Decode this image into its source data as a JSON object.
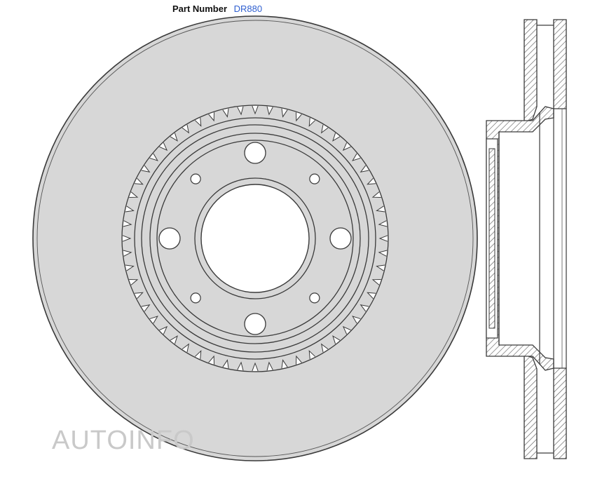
{
  "header": {
    "label": "Part Number",
    "value": "DR880"
  },
  "watermark": {
    "text": "AUTOINFO"
  },
  "colors": {
    "disc_fill": "#d7d7d7",
    "outline": "#3a3a3a",
    "hatch": "#555555",
    "part_value": "#2f5fd0",
    "watermark": "#c9c9c9"
  },
  "drawing": {
    "front_view": {
      "large_bolt_holes": 4,
      "small_holes": 4,
      "vent_notches": 56
    }
  }
}
